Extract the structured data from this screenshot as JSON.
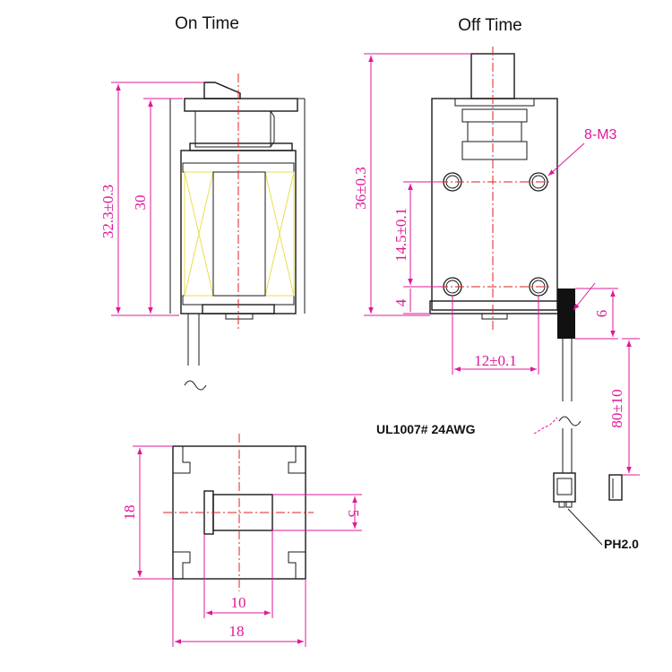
{
  "titles": {
    "left_view": "On Time",
    "right_view": "Off Time"
  },
  "dimensions": {
    "height_total_on": "32.3±0.3",
    "height_body_on": "30",
    "height_total_off": "36±0.3",
    "hole_spacing_vertical": "14.5±0.1",
    "hole_offset_bottom": "4",
    "hole_spacing_horizontal": "12±0.1",
    "connector_block": "6",
    "wire_length": "80±10",
    "base_height": "18",
    "plunger_diameter": "5",
    "plunger_length": "10",
    "base_width": "18"
  },
  "labels": {
    "mount_holes": "8-M3",
    "wire_spec": "UL1007# 24AWG",
    "connector": "PH2.0"
  },
  "colors": {
    "dimension": "#e0189a",
    "centerline": "#e02020",
    "coil": "#e8e050",
    "outline": "#1a1a1a"
  }
}
